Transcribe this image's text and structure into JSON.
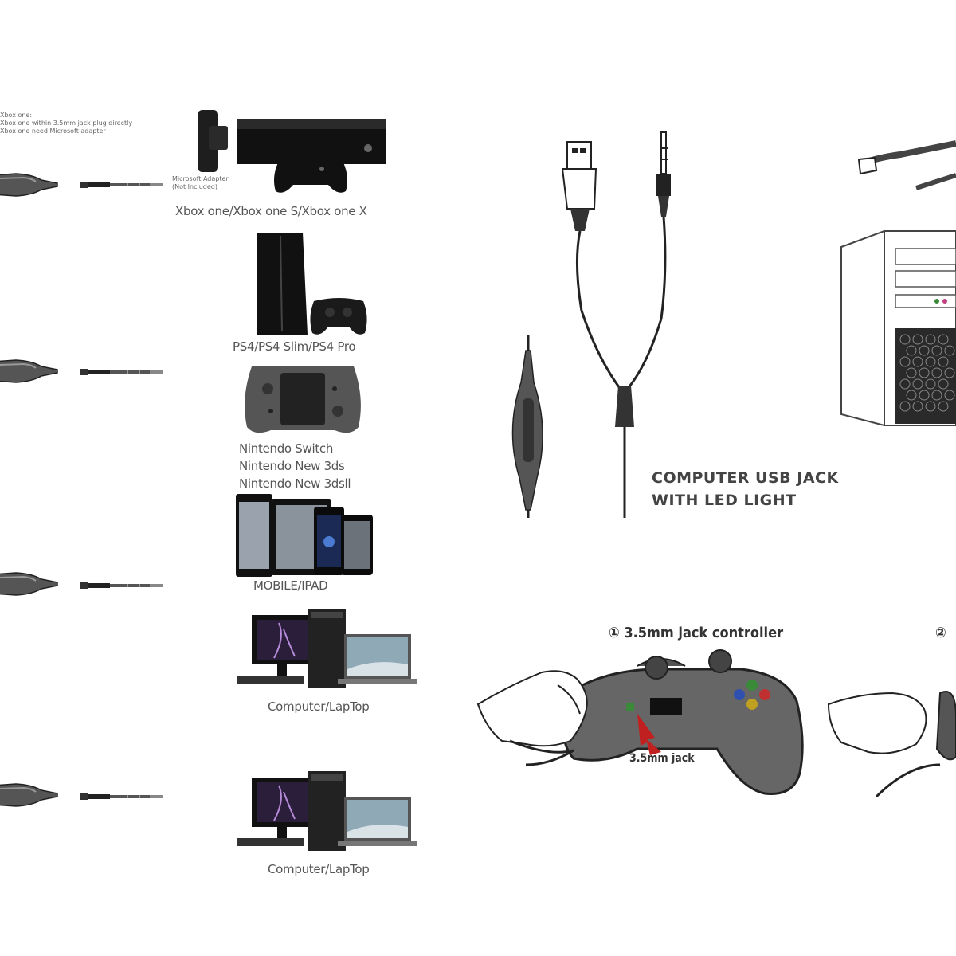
{
  "xbox": {
    "note_lines": [
      "Xbox one:",
      "Xbox one within 3.5mm jack plug directly",
      "Xbox one need Microsoft adapter"
    ],
    "adapter_note_lines": [
      "Microsoft Adapter",
      "(Not Included)"
    ],
    "caption": "Xbox one/Xbox one S/Xbox one X"
  },
  "ps4": {
    "caption": "PS4/PS4 Slim/PS4 Pro"
  },
  "nintendo": {
    "caption_lines": [
      "Nintendo Switch",
      "Nintendo New 3ds",
      "Nintendo New 3dsll"
    ]
  },
  "mobile": {
    "caption": "MOBILE/IPAD"
  },
  "computer1": {
    "caption": "Computer/LapTop"
  },
  "computer2": {
    "caption": "Computer/LapTop"
  },
  "usb": {
    "caption_lines": [
      "COMPUTER USB JACK",
      "WITH LED LIGHT"
    ]
  },
  "controller": {
    "title": "① 3.5mm jack controller",
    "jack_label": "3.5mm jack",
    "second_marker": "②"
  }
}
